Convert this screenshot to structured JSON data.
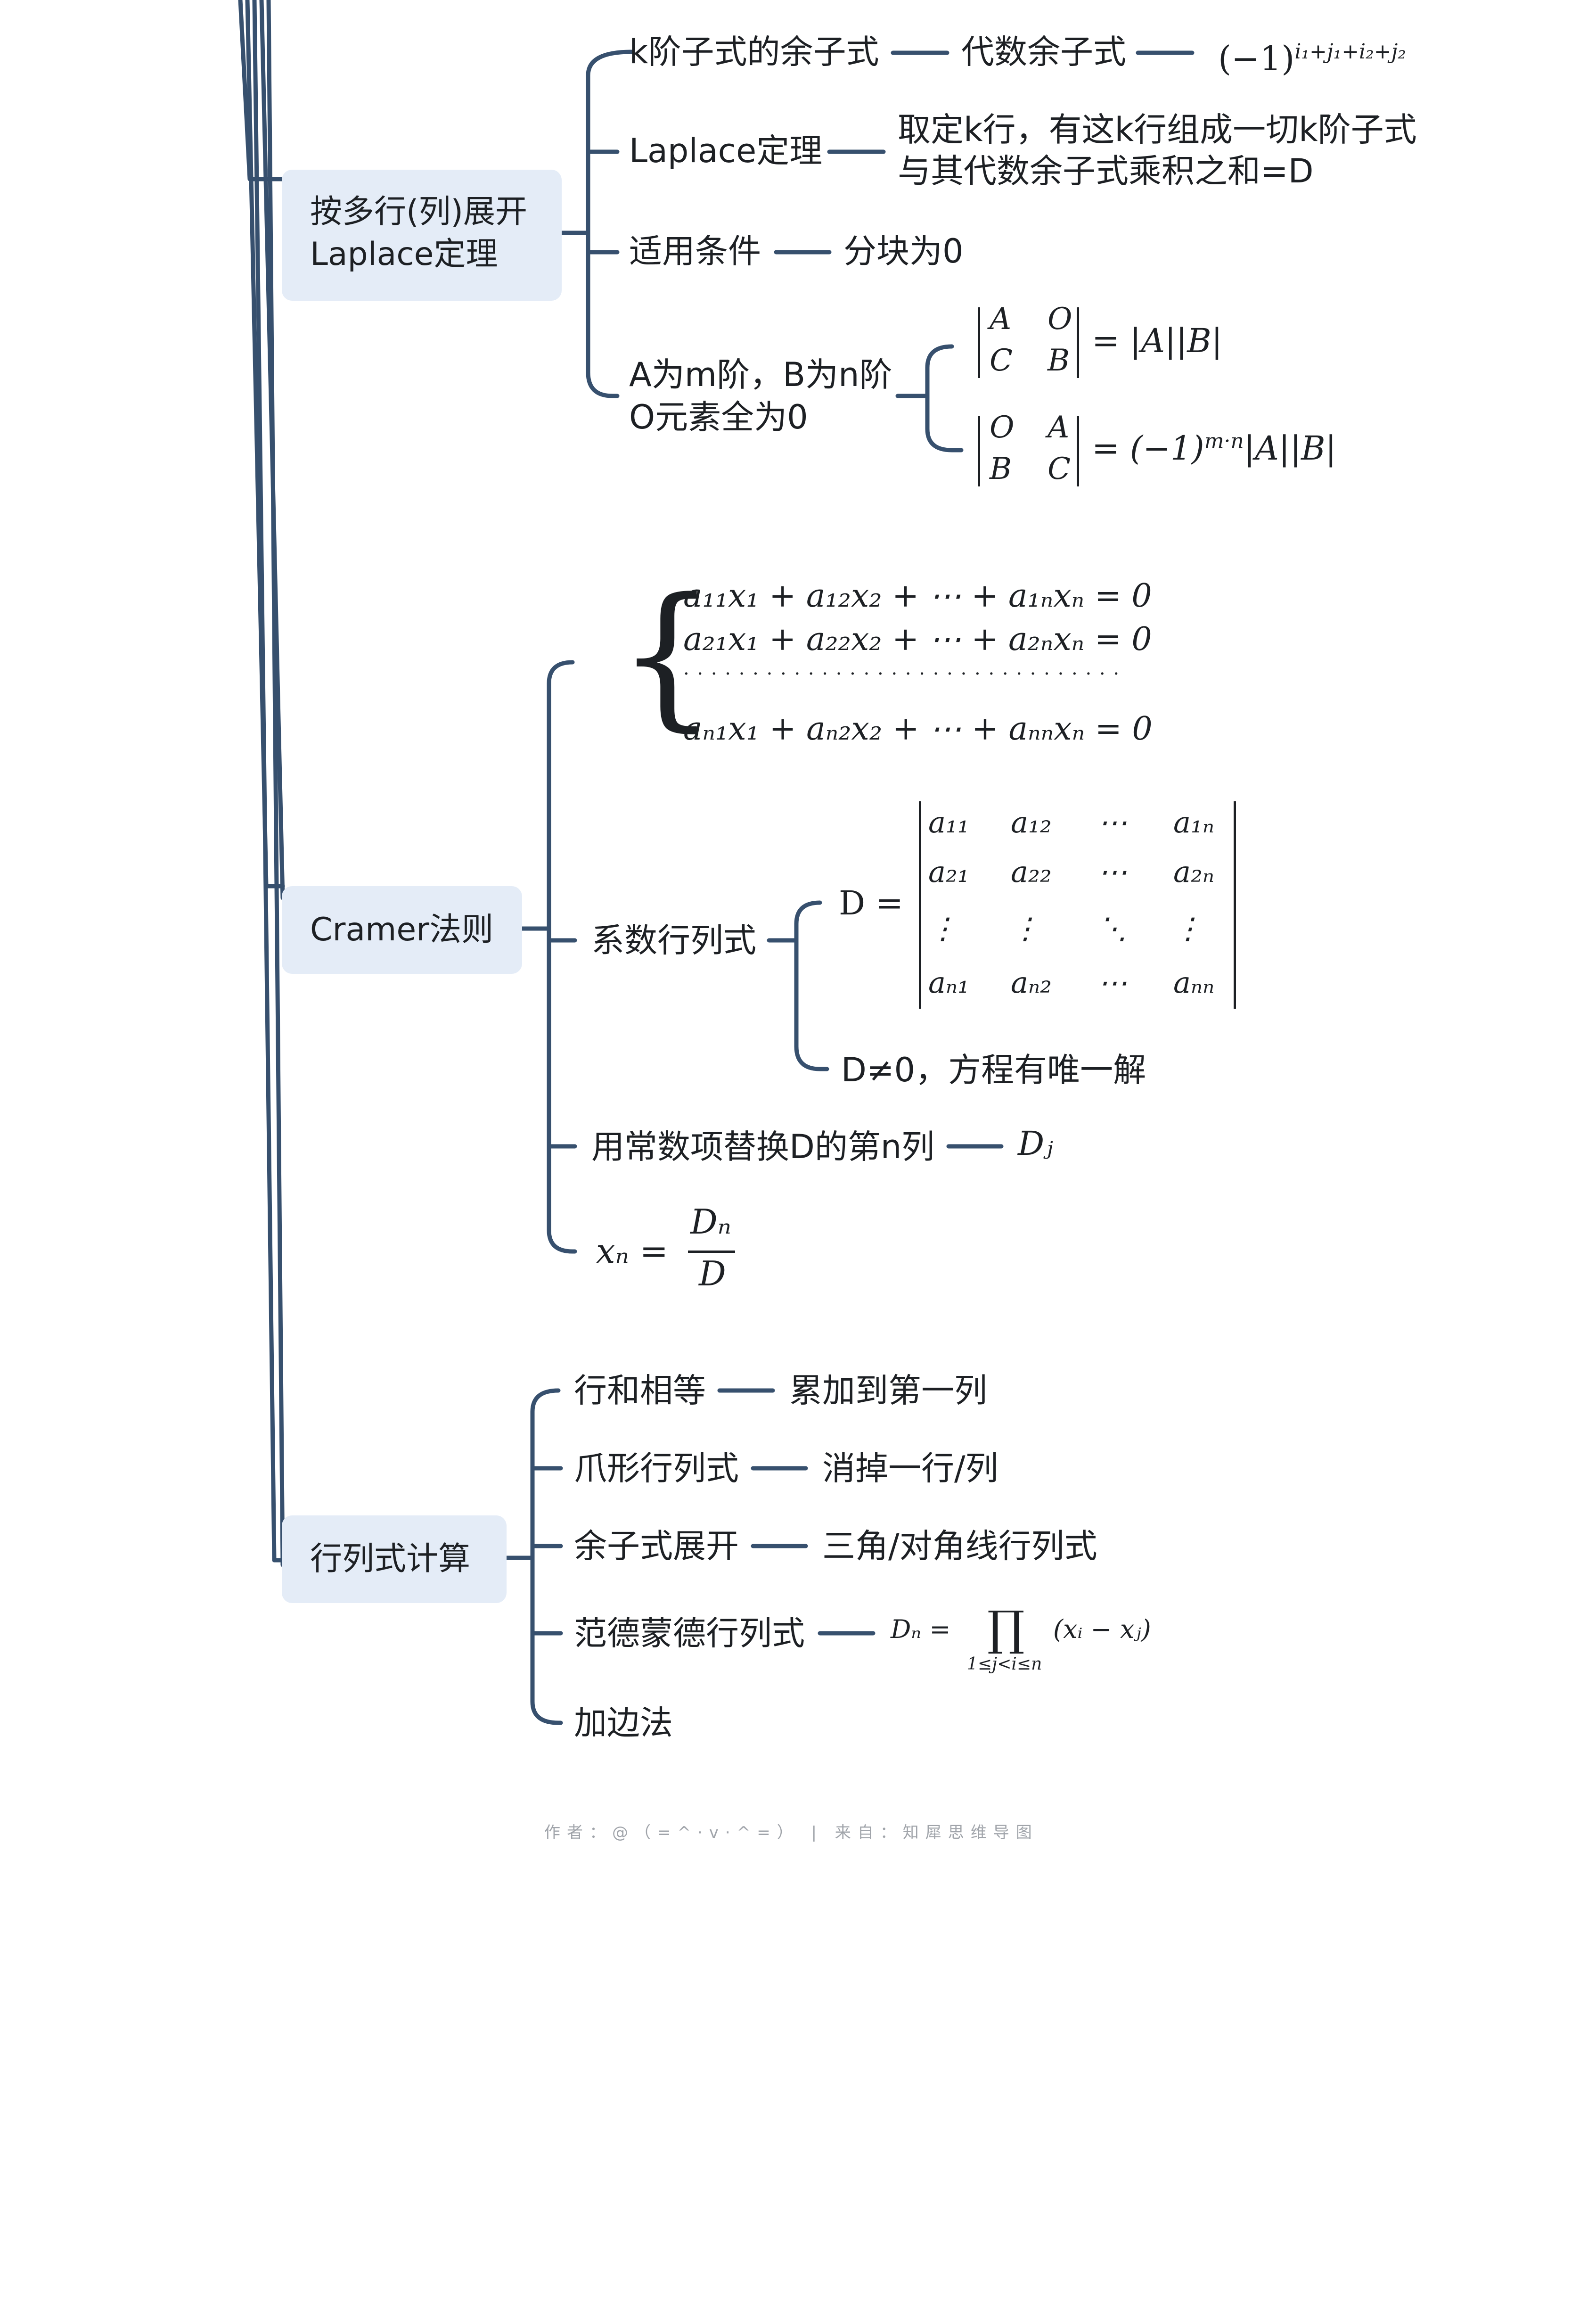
{
  "topics": {
    "laplace": {
      "line1": "按多行(列)展开",
      "line2": "Laplace定理"
    },
    "cramer": {
      "label": "Cramer法则"
    },
    "calc": {
      "label": "行列式计算"
    }
  },
  "laplace_branch": {
    "minor": "k阶子式的余子式",
    "cofactor": "代数余子式",
    "cofactor_formula": "(−1)",
    "cofactor_exp": "i₁+j₁+i₂+j₂",
    "theorem": "Laplace定理",
    "theorem_desc_1": "取定k行，有这k行组成一切k阶子式",
    "theorem_desc_2": "与其代数余子式乘积之和=D",
    "condition": "适用条件",
    "condition_value": "分块为0",
    "case_line1": "A为m阶，B为n阶",
    "case_line2": "O元素全为0",
    "block1": {
      "a": "A",
      "b": "O",
      "c": "C",
      "d": "B",
      "rhs": "= |A||B|"
    },
    "block2": {
      "a": "O",
      "b": "A",
      "c": "B",
      "d": "C",
      "rhs_pre": "= (−1)",
      "rhs_exp": "m·n",
      "rhs_post": "|A||B|"
    }
  },
  "cramer_branch": {
    "system": [
      "a₁₁x₁ + a₁₂x₂ + ⋯ + a₁ₙxₙ = 0",
      "a₂₁x₁ + a₂₂x₂ + ⋯ + a₂ₙxₙ = 0",
      "· · · · · · · · · · · · · · · · · · · · · · · · · · · · · · · ·",
      "aₙ₁x₁ + aₙ₂x₂ + ⋯ + aₙₙxₙ = 0"
    ],
    "coef": "系数行列式",
    "d_label": "D =",
    "matrix": [
      [
        "a₁₁",
        "a₁₂",
        "⋯",
        "a₁ₙ"
      ],
      [
        "a₂₁",
        "a₂₂",
        "⋯",
        "a₂ₙ"
      ],
      [
        "⋮",
        "⋮",
        "⋱",
        "⋮"
      ],
      [
        "aₙ₁",
        "aₙ₂",
        "⋯",
        "aₙₙ"
      ]
    ],
    "unique": "D≠0，方程有唯一解",
    "replace": "用常数项替换D的第n列",
    "dj": "Dⱼ",
    "xn_lhs": "xₙ =",
    "xn_num": "Dₙ",
    "xn_den": "D"
  },
  "calc_branch": {
    "row_sum": "行和相等",
    "row_sum_value": "累加到第一列",
    "claw": "爪形行列式",
    "claw_value": "消掉一行/列",
    "expand": "余子式展开",
    "expand_value": "三角/对角线行列式",
    "vandermonde": "范德蒙德行列式",
    "vander_lhs": "Dₙ =",
    "vander_prod": "∏",
    "vander_sub": "1≤j<i≤n",
    "vander_rhs": "(xᵢ − xⱼ)",
    "border": "加边法"
  },
  "footer": "作者：@（=^·v·^=）  |  来自：知犀思维导图",
  "colors": {
    "line": "#37506e",
    "topic_bg": "#e4ecf7",
    "footer": "#a0a4aa"
  }
}
